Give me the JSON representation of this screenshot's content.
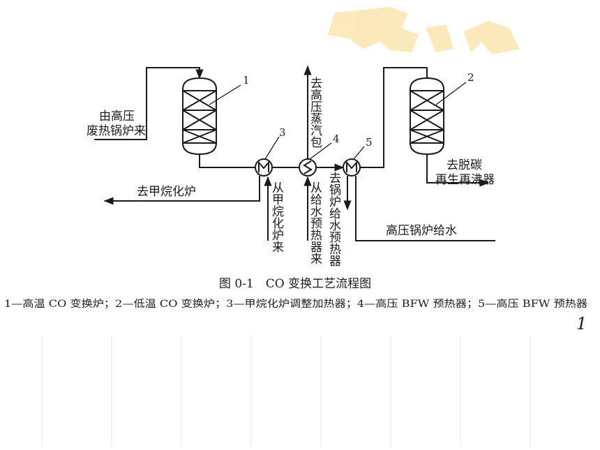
{
  "equipment_numbers": {
    "n1": "1",
    "n2": "2",
    "n3": "3",
    "n4": "4",
    "n5": "5"
  },
  "streams": {
    "from_hp_boiler": [
      "由高压",
      "废热锅炉来"
    ],
    "to_hp_steam_drum": "去高压蒸汽包",
    "to_methanator": "去甲烷化炉",
    "from_methanator": "从甲烷化炉来",
    "from_bfw_preheater": "从给水预热器来",
    "to_boiler_feed_preheater": "去锅炉给水预热器",
    "to_decarb_reboiler": [
      "去脱碳",
      "再生再沸器"
    ],
    "hp_boiler_feed_water": "高压锅炉给水"
  },
  "caption": {
    "title": "图 0-1　CO 变换工艺流程图",
    "legend": "1—高温 CO 变换炉；2—低温 CO 变换炉；3—甲烷化炉调整加热器；4—高压 BFW 预热器；5—高压 BFW 预热器"
  },
  "page_number": "1"
}
